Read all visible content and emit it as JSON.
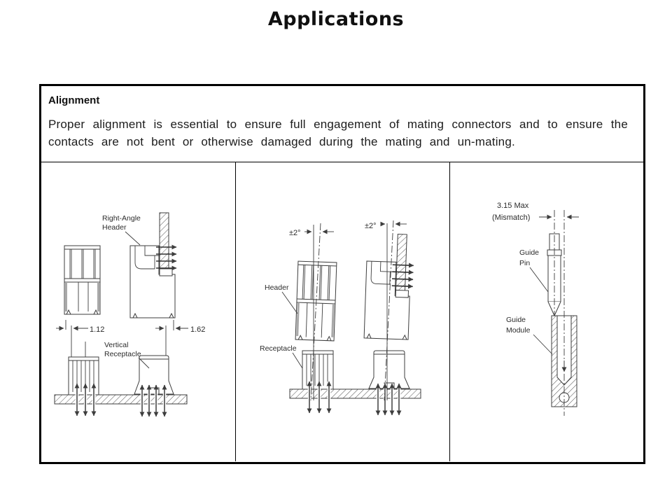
{
  "title": "Applications",
  "alignment": {
    "heading": "Alignment",
    "body": "Proper alignment is essential to ensure full engagement of mating connectors and to ensure the contacts are not bent or otherwise damaged during the mating and un-mating."
  },
  "p1": {
    "ra1": "Right-Angle",
    "ra2": "Header",
    "dim_left": "1.12",
    "dim_right": "1.62",
    "vr1": "Vertical",
    "vr2": "Receptacle"
  },
  "p2": {
    "angle_l": "±2°",
    "angle_r": "±2°",
    "header": "Header",
    "receptacle": "Receptacle"
  },
  "p3": {
    "mis1": "3.15 Max",
    "mis2": "(Mismatch)",
    "gp1": "Guide",
    "gp2": "Pin",
    "gm1": "Guide",
    "gm2": "Module"
  },
  "colors": {
    "ink": "#141414",
    "line": "#3d3d3d"
  }
}
